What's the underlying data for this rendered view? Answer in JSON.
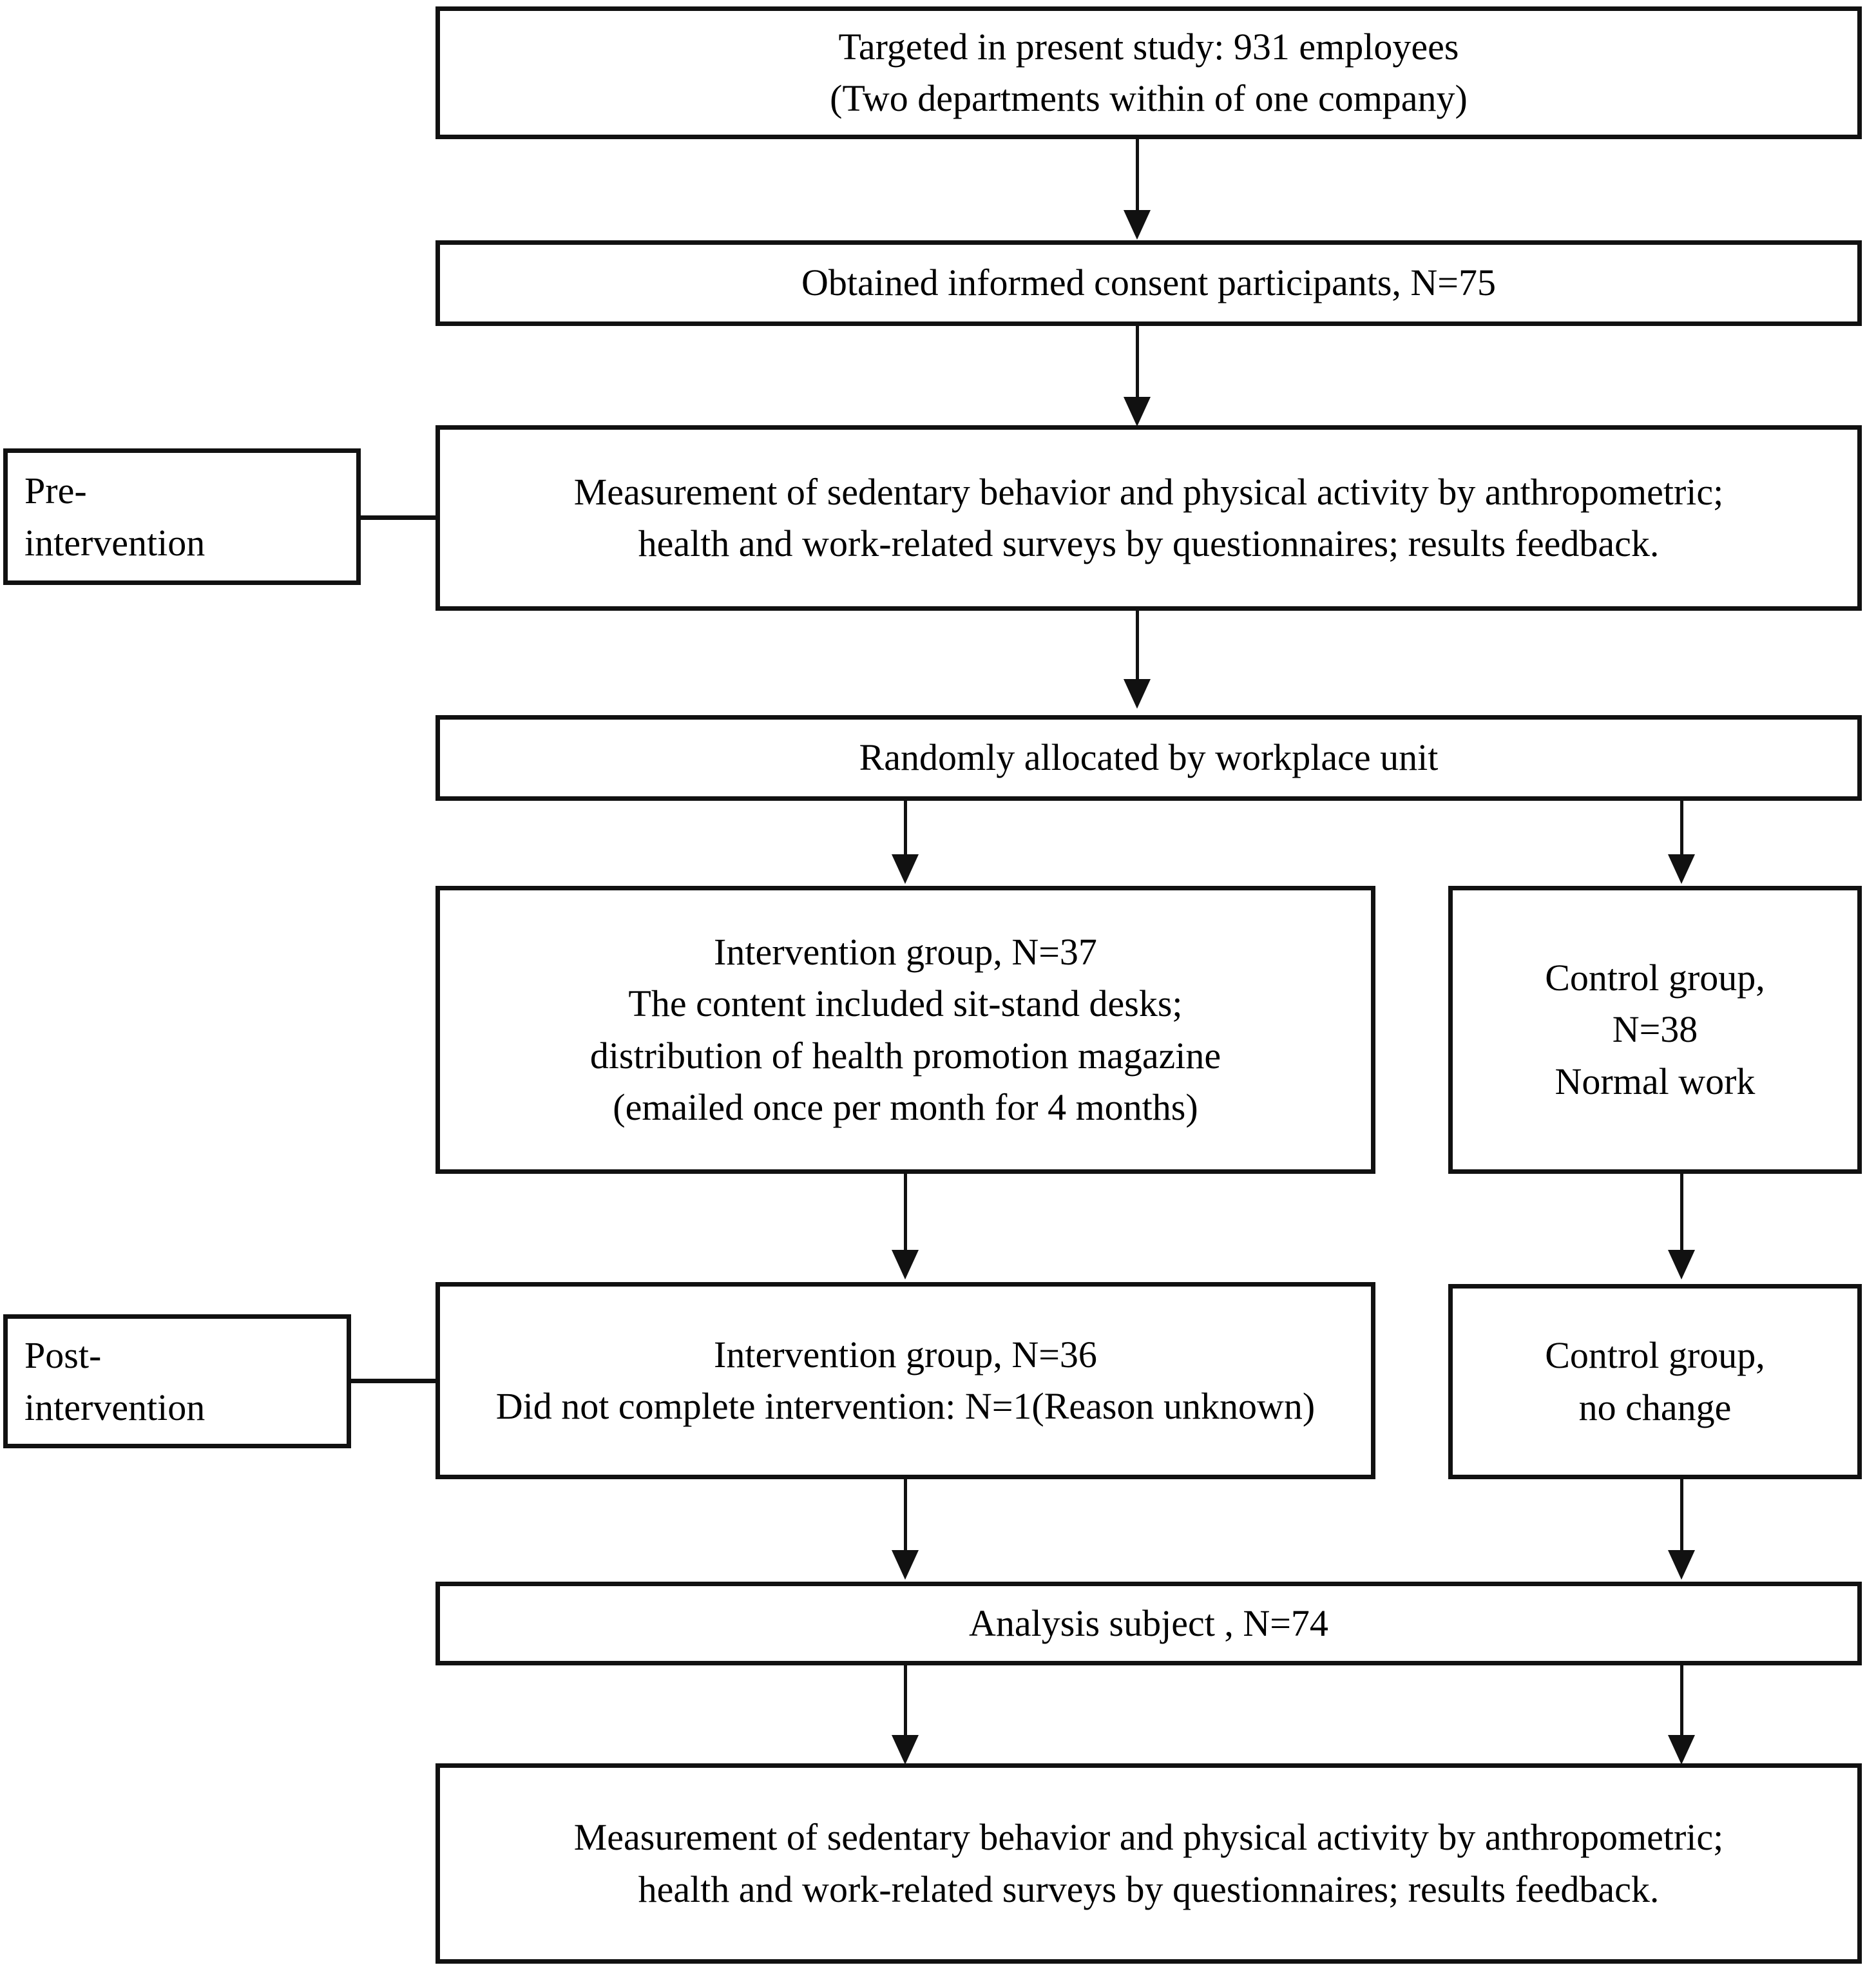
{
  "diagram": {
    "title": "Study participant flow diagram",
    "stroke_color": "#111111",
    "background_color": "#ffffff",
    "nodes": {
      "targeted": "Targeted in present study: 931 employees\n(Two departments within of one company)",
      "consent": "Obtained informed consent participants, N=75",
      "pre_measurement": "Measurement of sedentary behavior and physical activity by anthropometric; health and work-related surveys by questionnaires; results feedback.",
      "randomized": "Randomly allocated by workplace unit",
      "intervention_group": "Intervention group, N=37\nThe content included sit-stand desks;\ndistribution of health promotion magazine\n(emailed once per month for 4 months)",
      "control_group": "Control group,\nN=38\nNormal work",
      "intervention_post": "Intervention group, N=36\nDid not complete intervention:  N=1(Reason unknown)",
      "control_post": "Control group,\nno change",
      "analysis": "Analysis subject , N=74",
      "post_measurement": "Measurement of sedentary behavior and physical activity by anthropometric; health and work-related surveys by questionnaires; results feedback."
    },
    "side_labels": {
      "pre": "Pre-\nintervention",
      "post": "Post-\nintervention"
    }
  }
}
